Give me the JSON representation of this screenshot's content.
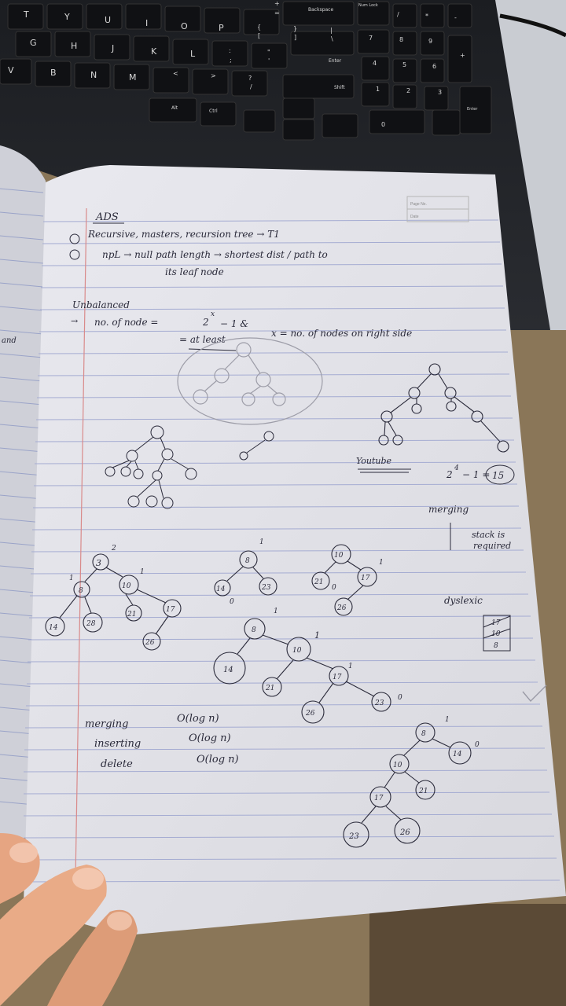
{
  "keyboard": {
    "letter_keys": [
      "T",
      "Y",
      "U",
      "I",
      "O",
      "P",
      "G",
      "H",
      "J",
      "K",
      "L",
      "V",
      "B",
      "N",
      "M"
    ],
    "symbol_keys": [
      "{",
      "[",
      "}",
      "]",
      "|",
      "\\",
      ":",
      ";",
      "\"",
      "'",
      "<",
      ">",
      "?",
      "/",
      "=",
      "+"
    ],
    "special_keys": [
      "Backspace",
      "Enter",
      "Shift",
      "Alt",
      "Ctrl",
      "Num Lock"
    ],
    "numpad_keys": [
      "7",
      "8",
      "9",
      "4",
      "5",
      "6",
      "1",
      "2",
      "3",
      "0",
      "/",
      "*",
      "-",
      "+",
      "Enter"
    ]
  },
  "notebook": {
    "page_no_label": "Page No.",
    "date_label": "Date",
    "margin_note": "and",
    "title": "ADS",
    "bullets": [
      "Recursive, masters, recursion tree → T1",
      "npL → null path length → shortest dist / path to",
      "its leaf node"
    ],
    "unbalanced_heading": "Unbalanced",
    "formula_lhs": "no. of node =",
    "formula_power": "2",
    "formula_exp": "x",
    "formula_minus": "− 1 &",
    "formula_x_def": "x = no. of nodes on right side",
    "at_least": "= at least",
    "youtube_note": "Youtube",
    "eq_2_4": "2",
    "eq_exp": "4",
    "eq_rest": "− 1 =",
    "eq_result": "15",
    "merging_note": "merging",
    "stack_note_1": "stack is",
    "stack_note_2": "required",
    "dyslexic_note": "dyslexic",
    "tally_values": [
      "17",
      "10",
      "8"
    ],
    "complexity": [
      {
        "op": "merging",
        "cost": "O(log n)"
      },
      {
        "op": "inserting",
        "cost": "O(log n)"
      },
      {
        "op": "delete",
        "cost": "O(log n)"
      }
    ],
    "tree_a": {
      "root": "3",
      "nodes": [
        "8",
        "10",
        "14",
        "28",
        "21",
        "17",
        "26"
      ],
      "npl": [
        "2",
        "1",
        "1"
      ]
    },
    "tree_b": {
      "nodes": [
        "8",
        "14",
        "23"
      ],
      "npl": [
        "1",
        "0",
        "1"
      ]
    },
    "tree_c": {
      "nodes": [
        "10",
        "21",
        "17",
        "26"
      ],
      "npl": [
        "1",
        "0"
      ]
    },
    "tree_d": {
      "nodes": [
        "8",
        "14",
        "10",
        "21",
        "17",
        "26",
        "23"
      ],
      "npl": [
        "1",
        "1",
        "0"
      ]
    },
    "tree_e": {
      "nodes": [
        "8",
        "14",
        "10",
        "21",
        "17",
        "23",
        "26"
      ],
      "npl": [
        "1",
        "0"
      ]
    }
  }
}
